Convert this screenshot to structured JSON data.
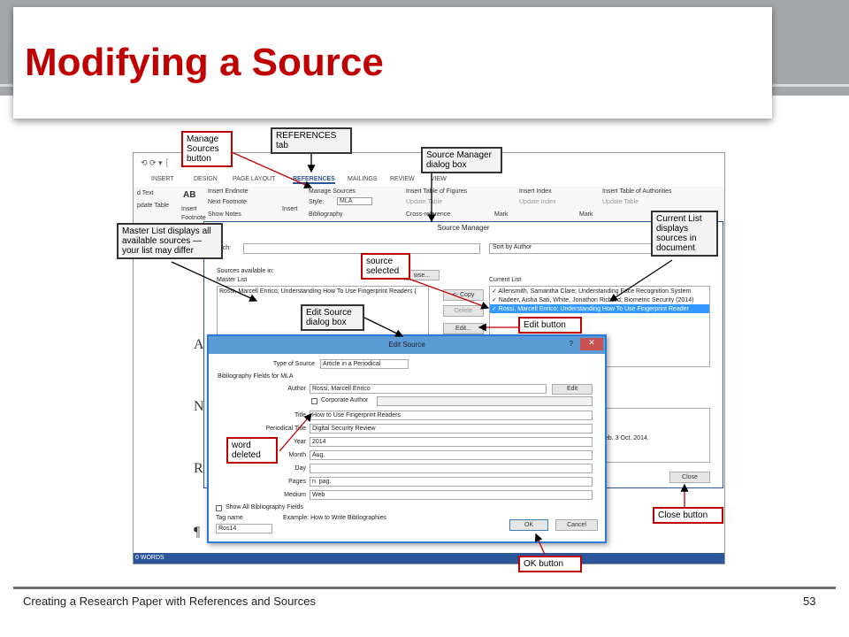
{
  "slide": {
    "title": "Modifying a Source",
    "footer_text": "Creating a Research Paper with References and Sources",
    "page_number": "53"
  },
  "word": {
    "tabs": [
      "INSERT",
      "DESIGN",
      "PAGE LAYOUT",
      "REFERENCES",
      "MAILINGS",
      "REVIEW",
      "VIEW"
    ],
    "ribbon": {
      "text_label": "d Text",
      "update_table": "pdate Table",
      "ab_label": "AB",
      "insert_label": "Insert",
      "footnote_label": "Footnote",
      "insert_endnote": "Insert Endnote",
      "next_footnote": "Next Footnote",
      "show_notes": "Show Notes",
      "insert_citation": "Insert",
      "manage_sources": "Manage Sources",
      "style_label": "Style:",
      "style_value": "MLA",
      "bibliography": "Bibliography",
      "insert_table_of_figures": "Insert Table of Figures",
      "update_table_2": "Update Table",
      "cross_reference": "Cross-reference",
      "mark_entry": "Mark",
      "insert_index": "Insert Index",
      "update_index": "Update Index",
      "mark_citation": "Mark",
      "insert_table_of_authorities": "Insert Table of Authorities",
      "update_table_3": "Update Table"
    },
    "doc_letters": [
      "Al",
      "Na",
      "Re",
      "¶"
    ],
    "status_words": "0 WORDS"
  },
  "source_manager": {
    "title": "Source Manager",
    "search_label": "Search:",
    "sort_value": "Sort by Author",
    "sources_available_label": "Sources available in:",
    "master_list_label": "Master List",
    "browse_label": "wse...",
    "master_items": [
      "Rossi, Marcell Enrico; Understanding How To Use Fingerprint Readers ("
    ],
    "current_list_label": "Current List",
    "current_items": [
      "✓ Allensmith, Samantha Clare; Understanding Face Recognition System",
      "✓ Nadeer, Aisha Sati, White, Jonathon Richard; Biometric Security (2014)",
      "✓ Rossi, Marcell Enrico; Understanding How To Use Fingerprint Reader"
    ],
    "copy_button": "<- Copy",
    "delete_button": "Delete",
    "edit_button": "Edit...",
    "preview_text": "eb. 3 Oct. 2014.",
    "close_button": "Close"
  },
  "edit_source": {
    "title": "Edit Source",
    "help": "?",
    "close_x": "✕",
    "type_label": "Type of Source",
    "type_value": "Article in a Periodical",
    "fields_heading": "Bibliography Fields for MLA",
    "author_label": "Author",
    "author_value": "Rossi, Marcell Enrico",
    "author_edit_button": "Edit",
    "corporate_author_label": "Corporate Author",
    "title_label": "Title",
    "title_value": "How to Use Fingerprint Readers",
    "periodical_title_label": "Periodical Title",
    "periodical_title_value": "Digital Security Review",
    "year_label": "Year",
    "year_value": "2014",
    "month_label": "Month",
    "month_value": "Aug.",
    "day_label": "Day",
    "day_value": "",
    "pages_label": "Pages",
    "pages_value": "n. pag.",
    "medium_label": "Medium",
    "medium_value": "Web",
    "show_all_label": "Show All Bibliography Fields",
    "tag_name_label": "Tag name",
    "example_text": "Example: How to Write Bibliographies",
    "tag_value": "Ros14",
    "ok_button": "OK",
    "cancel_button": "Cancel"
  },
  "callouts": {
    "manage_sources": "Manage Sources button",
    "references_tab": "REFERENCES tab",
    "source_manager": "Source Manager dialog box",
    "master_list": "Master List displays all available sources — your list may differ",
    "current_list": "Current List displays sources in document",
    "source_selected": "source selected",
    "edit_source_dialog": "Edit Source dialog box",
    "edit_button": "Edit button",
    "word_deleted": "word deleted",
    "close_button": "Close button",
    "ok_button": "OK button"
  },
  "colors": {
    "title": "#c00000",
    "callout_border": "#c00000",
    "word_blue": "#2b579a"
  }
}
